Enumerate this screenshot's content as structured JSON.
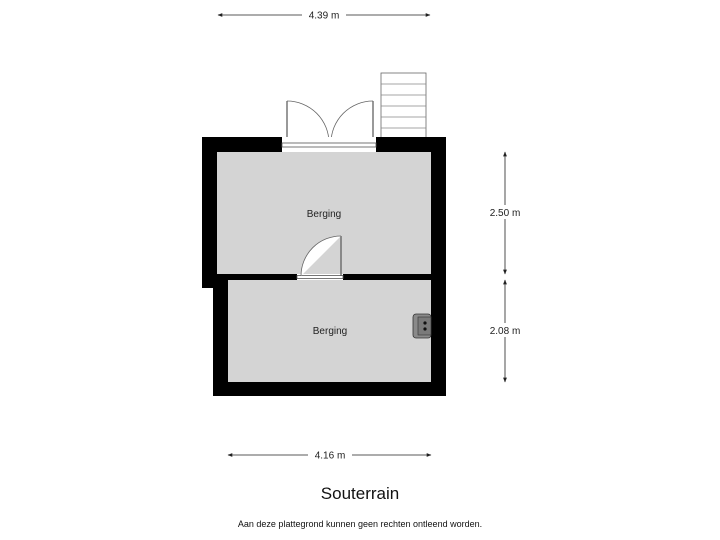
{
  "floor_title": "Souterrain",
  "disclaimer": "Aan deze plattegrond kunnen geen rechten ontleend worden.",
  "rooms": [
    {
      "name": "Berging"
    },
    {
      "name": "Berging"
    }
  ],
  "dimensions": {
    "top_width": "4.39 m",
    "bottom_width": "4.16 m",
    "upper_room_height": "2.50 m",
    "lower_room_height": "2.08 m"
  },
  "colors": {
    "wall": "#000000",
    "room_fill": "#d4d4d4",
    "dimension_line": "#222222"
  }
}
